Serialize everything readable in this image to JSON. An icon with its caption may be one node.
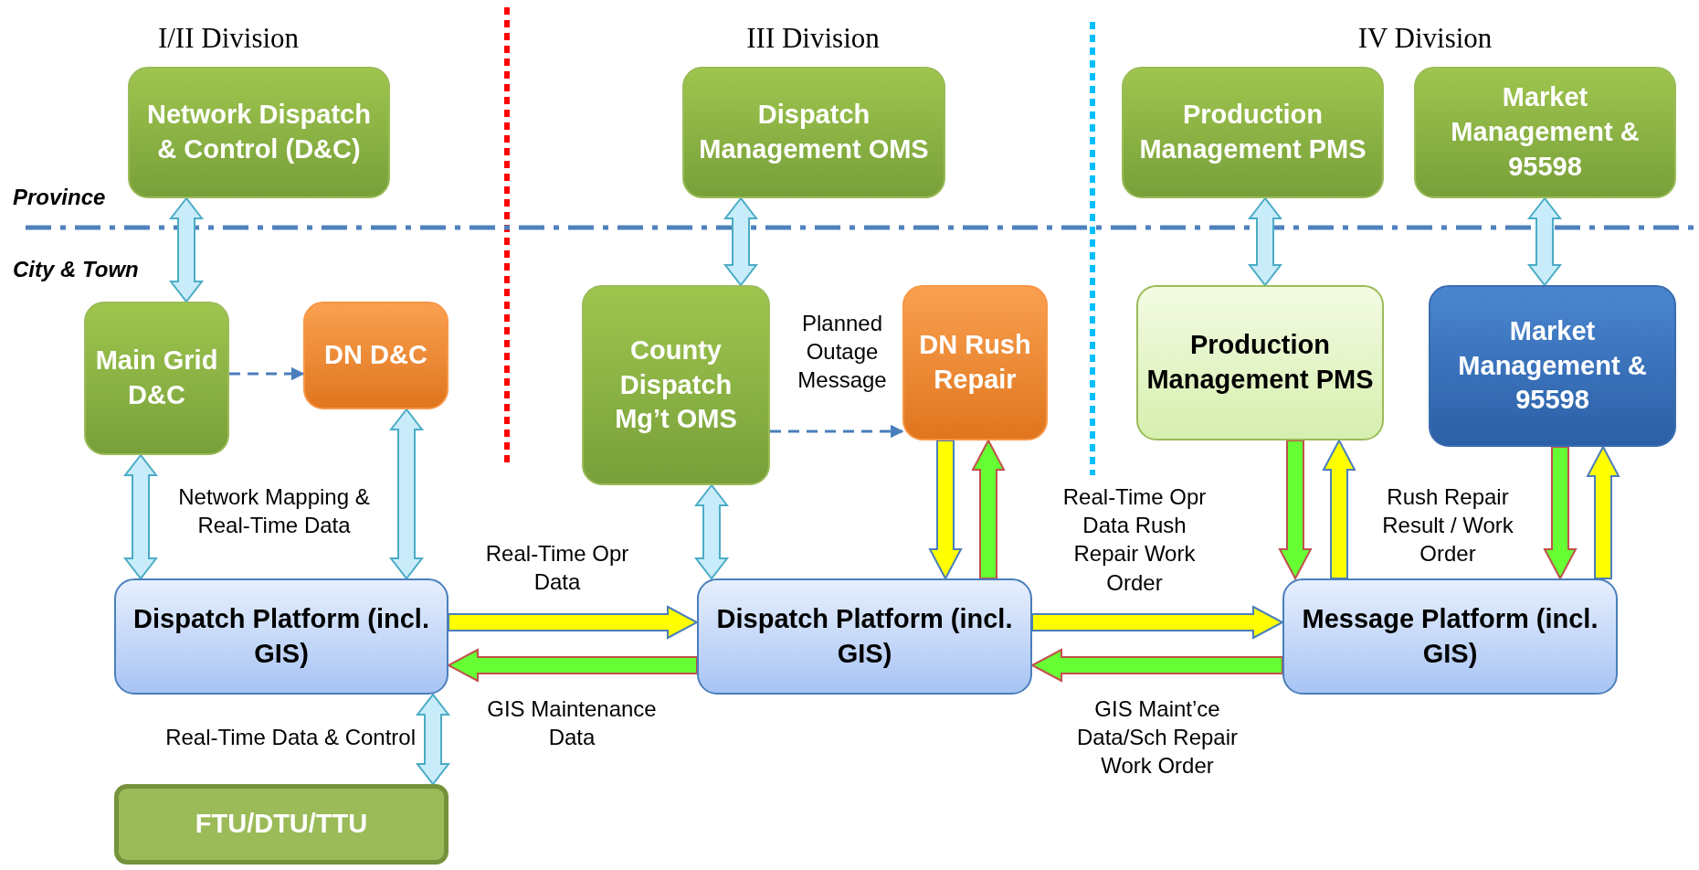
{
  "diagram": {
    "nodes": [
      {
        "text": [
          "Network Dispatch & Control (D&C)"
        ]
      },
      {
        "text": [
          "Dispatch Management OMS"
        ]
      },
      {
        "text": [
          "Production Management PMS"
        ]
      },
      {
        "text": [
          "Market Management & 95598"
        ]
      },
      {
        "text": [
          "Main Grid D&C"
        ]
      },
      {
        "text": [
          "DN D&C"
        ]
      },
      {
        "text": [
          "County Dispatch Mg’t OMS"
        ]
      },
      {
        "text": [
          "DN Rush Repair"
        ]
      },
      {
        "text": [
          "Production Management PMS"
        ]
      },
      {
        "text": [
          "Market Management & 95598"
        ]
      },
      {
        "text": [
          "Dispatch Platform (incl. GIS)"
        ]
      },
      {
        "text": [
          "Dispatch Platform (incl. GIS)"
        ]
      },
      {
        "text": [
          "Message Platform (incl. GIS)"
        ]
      },
      {
        "text": [
          "FTU/DTU/TTU"
        ]
      }
    ],
    "edges": [
      {
        "from": 0,
        "to": 4,
        "arrow": "both"
      },
      {
        "from": 4,
        "to": 5,
        "arrow": "to",
        "style": "dashed",
        "color": "#4a7ebb"
      },
      {
        "from": 4,
        "to": 10,
        "arrow": "both"
      },
      {
        "from": 5,
        "to": 10,
        "arrow": "both"
      },
      {
        "from": 1,
        "to": 6,
        "arrow": "both"
      },
      {
        "from": 6,
        "to": 7,
        "arrow": "to",
        "label": "Planned Outage Message",
        "style": "dashed",
        "color": "#4a7ebb"
      },
      {
        "from": 6,
        "to": 11,
        "arrow": "both"
      },
      {
        "from": 7,
        "to": 11,
        "arrow": "to",
        "color": "#ffff00"
      },
      {
        "from": 11,
        "to": 7,
        "arrow": "to",
        "color": "#66ff33"
      },
      {
        "from": 10,
        "to": 11,
        "arrow": "to",
        "label": "Real-Time Opr Data",
        "color": "#ffff00"
      },
      {
        "from": 11,
        "to": 10,
        "arrow": "to",
        "label": "GIS Maintenance Data",
        "color": "#66ff33"
      },
      {
        "from": 11,
        "to": 12,
        "arrow": "to",
        "label": "Real-Time Opr Data Rush Repair Work Order",
        "color": "#ffff00"
      },
      {
        "from": 12,
        "to": 11,
        "arrow": "to",
        "label": "GIS Maint’ce Data/Sch Repair Work Order",
        "color": "#66ff33"
      },
      {
        "from": 2,
        "to": 8,
        "arrow": "both"
      },
      {
        "from": 3,
        "to": 9,
        "arrow": "both"
      },
      {
        "from": 8,
        "to": 12,
        "arrow": "to",
        "color": "#66ff33"
      },
      {
        "from": 12,
        "to": 8,
        "arrow": "to",
        "color": "#ffff00"
      },
      {
        "from": 9,
        "to": 12,
        "arrow": "to",
        "color": "#66ff33"
      },
      {
        "from": 12,
        "to": 9,
        "arrow": "to",
        "color": "#ffff00"
      },
      {
        "from": 10,
        "to": 13,
        "arrow": "both",
        "label": "Real-Time Data & Control"
      }
    ],
    "labels": [
      "I/II Division",
      "III Division",
      "IV Division",
      "Province",
      "City & Town",
      "Network Mapping & Real-Time Data",
      "Rush Repair Result / Work Order"
    ]
  }
}
